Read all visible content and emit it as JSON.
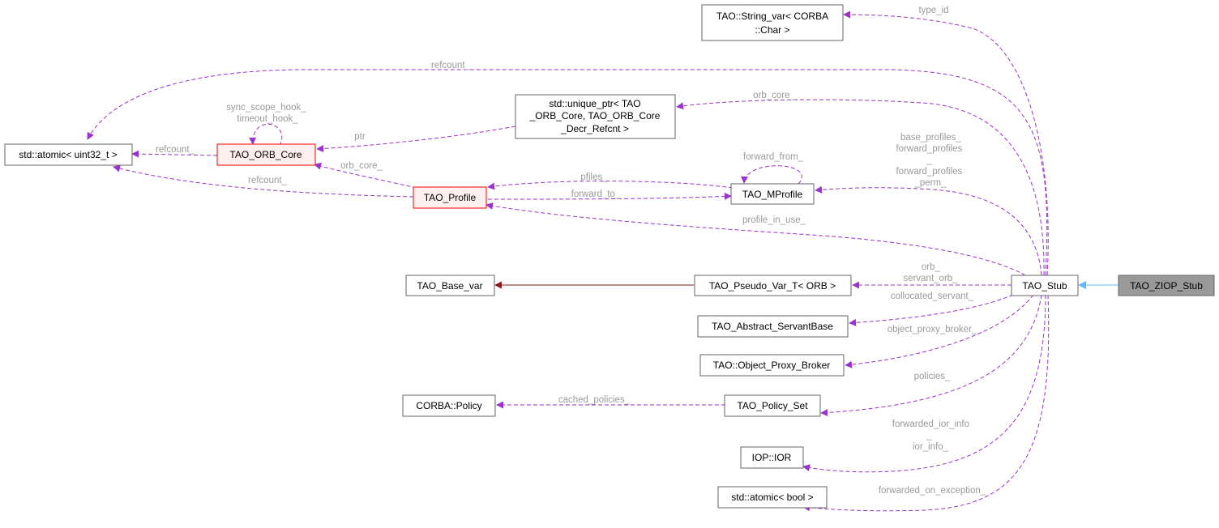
{
  "nodes": {
    "tao_ziop_stub": [
      "TAO_ZIOP_Stub"
    ],
    "tao_stub": [
      "TAO_Stub"
    ],
    "string_var": [
      "TAO::String_var< CORBA",
      "::Char >"
    ],
    "atomic_uint32": [
      "std::atomic< uint32_t >"
    ],
    "orb_core": [
      "TAO_ORB_Core"
    ],
    "unique_ptr": [
      "std::unique_ptr< TAO",
      "_ORB_Core, TAO_ORB_Core",
      "_Decr_Refcnt >"
    ],
    "profile": [
      "TAO_Profile"
    ],
    "mprofile": [
      "TAO_MProfile"
    ],
    "base_var": [
      "TAO_Base_var"
    ],
    "pseudo_var": [
      "TAO_Pseudo_Var_T< ORB >"
    ],
    "abstract_servant": [
      "TAO_Abstract_ServantBase"
    ],
    "object_proxy_broker": [
      "TAO::Object_Proxy_Broker"
    ],
    "corba_policy": [
      "CORBA::Policy"
    ],
    "policy_set": [
      "TAO_Policy_Set"
    ],
    "iop_ior": [
      "IOP::IOR"
    ],
    "atomic_bool": [
      "std::atomic< bool >"
    ]
  },
  "edge_labels": {
    "type_id": [
      "type_id"
    ],
    "refcount_top": [
      "refcount_"
    ],
    "orb_core_top": [
      "orb_core_"
    ],
    "sync_scope": [
      "sync_scope_hook_",
      "timeout_hook_"
    ],
    "ptr": [
      "ptr"
    ],
    "refcount_mid": [
      "refcount_"
    ],
    "base_profiles": [
      "base_profiles_",
      "forward_profiles",
      "_",
      "forward_profiles",
      "_perm_"
    ],
    "forward_from": [
      "forward_from_"
    ],
    "orb_core_mid": [
      "orb_core_"
    ],
    "pfiles": [
      "pfiles_"
    ],
    "refcount_low": [
      "refcount_"
    ],
    "forward_to": [
      "forward_to_"
    ],
    "profile_in_use": [
      "profile_in_use_"
    ],
    "orb": [
      "orb_",
      "servant_orb_"
    ],
    "collocated_servant": [
      "collocated_servant_"
    ],
    "object_proxy_broker": [
      "object_proxy_broker_"
    ],
    "policies": [
      "policies_"
    ],
    "cached_policies": [
      "cached_policies_"
    ],
    "forwarded_ior_info": [
      "forwarded_ior_info",
      "_",
      "ior_info_"
    ],
    "forwarded_on_exception": [
      "forwarded_on_exception_"
    ]
  },
  "colors": {
    "dependency_edge": "#9a32cd",
    "inheritance_edge": "#63b8ff",
    "private_inheritance_edge": "#8b1a1a",
    "highlight_node_fill": "#999999",
    "incomplete_node_border": "#ff0000",
    "label_text": "#9a9a9a"
  }
}
